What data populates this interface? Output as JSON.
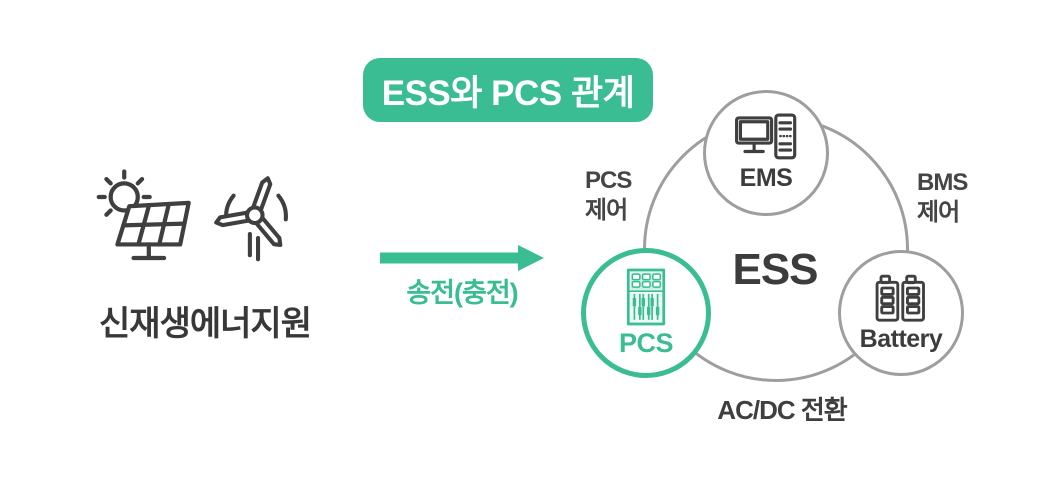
{
  "colors": {
    "accent_green": "#3abd92",
    "badge_text": "#ffffff",
    "dark_text": "#3c3c3c",
    "icon_dark": "#3f3f3f",
    "ring_gray": "#9e9e9e"
  },
  "title_badge": {
    "label": "ESS와 PCS 관계"
  },
  "source": {
    "label": "신재생에너지원",
    "icons": [
      "solar-panel-icon",
      "wind-turbine-icon"
    ]
  },
  "flow_arrow": {
    "label": "송전(충전)",
    "direction": "right"
  },
  "diagram": {
    "center_label": "ESS",
    "nodes": [
      {
        "id": "ems",
        "label": "EMS",
        "icon": "ems-monitor-server-icon",
        "highlighted": false
      },
      {
        "id": "pcs",
        "label": "PCS",
        "icon": "pcs-cabinet-icon",
        "highlighted": true
      },
      {
        "id": "battery",
        "label": "Battery",
        "icon": "battery-icon",
        "highlighted": false
      }
    ],
    "edge_labels": {
      "pcs_control": {
        "line1": "PCS",
        "line2": "제어"
      },
      "bms_control": {
        "line1": "BMS",
        "line2": "제어"
      },
      "ac_dc": "AC/DC 전환"
    }
  }
}
